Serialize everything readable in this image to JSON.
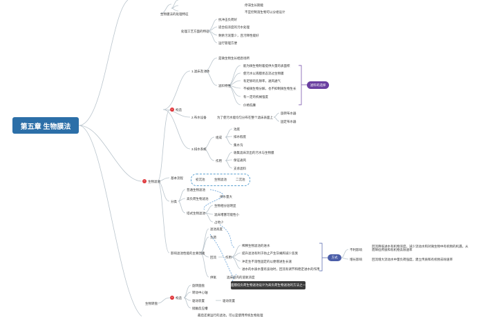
{
  "root": {
    "label": "第五章 生物膜法"
  },
  "badge_icon": "minus-circle-icon",
  "nodes": {
    "n_top1": "",
    "n_top2": "停滞生长期能",
    "n_top3": "不宜控制溶生物可以分组设计",
    "n_cx": "生物膜法的处理特征",
    "n_cx1": "抗冲击负荷好",
    "n_cx2": "适合低浓度的污水处理",
    "n_cx3": "剩余污泥量少，且污降性能好",
    "n_cx4": "运行管理方便",
    "n_cx_parent": "处理工艺方面的特征",
    "n_gz": "构造",
    "n_gz1": "1.滤床及池体",
    "n_gz1a": "是微生物生长栖息场所",
    "n_gz1b": "滤料特性",
    "n_gz1b1": "能为微生物附着提供大量的表面积",
    "n_gz1b2": "使污水以液膜状态流过生物膜",
    "n_gz1b3": "有足够的孔隙率，通风通气",
    "n_gz1b4": "不被微生物分解，也不抑制微生物生长",
    "n_gz1b5": "有一定的机械强度",
    "n_gz1b6": "价格低廉",
    "n_purple": "滤料的选择",
    "n_gz2": "2.布水设备",
    "n_gz2a": "为了使污水能均匀分布在整个滤床表面上",
    "n_gz2a1": "旋转布水器",
    "n_gz2a2": "固定布水器",
    "n_gz3": "3.排水系统",
    "n_gz3a": "组成",
    "n_gz3a1": "池底",
    "n_gz3a2": "排水假底",
    "n_gz3a3": "集水沟",
    "n_gz3b": "作用",
    "n_gz3b1": "收集滤床流出的污水与生物膜",
    "n_gz3b2": "保证通风",
    "n_gz3b3": "支承滤料",
    "n_left": "生物滤池",
    "n_jb": "基本流程",
    "n_jb1": "初沉池",
    "n_jb2": "生物滤池",
    "n_jb3": "二沉池",
    "n_fl": "分类",
    "n_fl1": "普通生物滤池",
    "n_fl2": "高负荷生物滤池",
    "n_fl3": "塔式生物滤池",
    "n_fl_a": "供水量大",
    "n_fl_b": "生物相分层明显",
    "n_fl_c": "滤床堵塞可能性小",
    "n_fl_d": "占地少",
    "n_yx": "影响滤池性能的主要因素",
    "n_yx1": "滤池高度",
    "n_yx2": "负荷",
    "n_yx3": "回流",
    "n_yx3a": "作用",
    "n_yx3a1": "稀释生物滤池的进水",
    "n_yx3a2": "提升滤池有利于防止产生灰蝇和减少恶臭",
    "n_yx3a3": "冲走生不溶性固定的以便增进生长速",
    "n_yx3a4": "进水的水质水量有波动时，回流有调节和稳定进水的作用",
    "n_blue": "方式",
    "n_blue1": "不利影响",
    "n_blue1t": "回流降低进水有机物浓度，减少流动水和对微生物中有机物的机遇，从而降低传质和有机物去除速率",
    "n_blue2": "增长影响",
    "n_blue2t": "回流增大流动水中量负荷强度，建立传质和有机物去除速率",
    "n_yx4": "供氧",
    "n_yx4a": "滤床层内的溶氧浓度",
    "n_note": "面膜低负荷生物滤池设计为高负荷生物滤池的方法之一",
    "n_b2": "构造",
    "n_b2a": "旋转圆盘",
    "n_b2b": "转动中心轴",
    "n_b2c": "驱动装置",
    "n_b2c1": "驱动装置",
    "n_b2d": "接触反应槽",
    "n_b2e": "最后还要运行的滤池，可以是使用传统生物处理",
    "n_b3": "生物转盘"
  }
}
